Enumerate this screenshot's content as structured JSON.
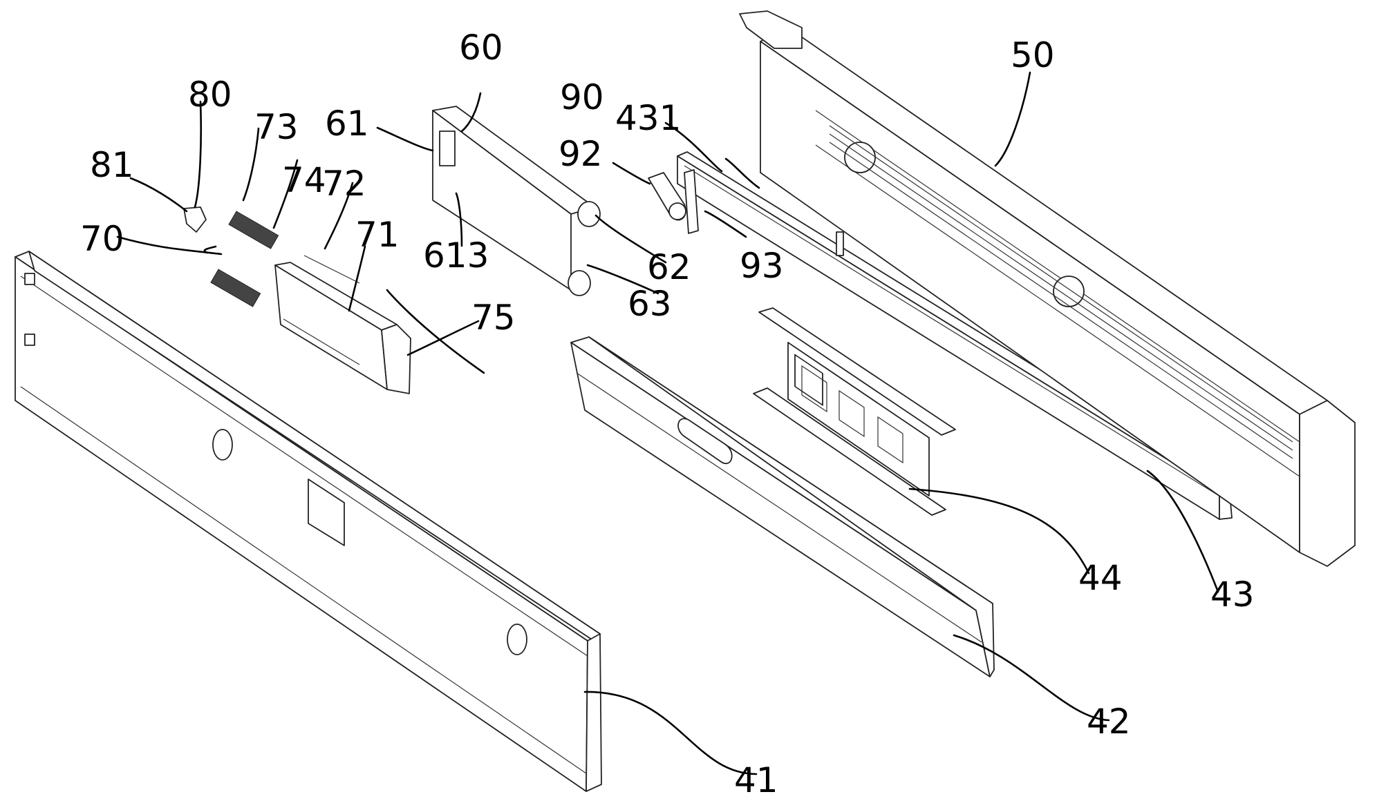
{
  "labels": {
    "l41": "41",
    "l42": "42",
    "l43": "43",
    "l431": "431",
    "l44": "44",
    "l50": "50",
    "l60": "60",
    "l61": "61",
    "l613": "613",
    "l62": "62",
    "l63": "63",
    "l70": "70",
    "l71": "71",
    "l72": "72",
    "l73": "73",
    "l74": "74",
    "l75": "75",
    "l80": "80",
    "l81": "81",
    "l90": "90",
    "l92": "92",
    "l93": "93"
  }
}
